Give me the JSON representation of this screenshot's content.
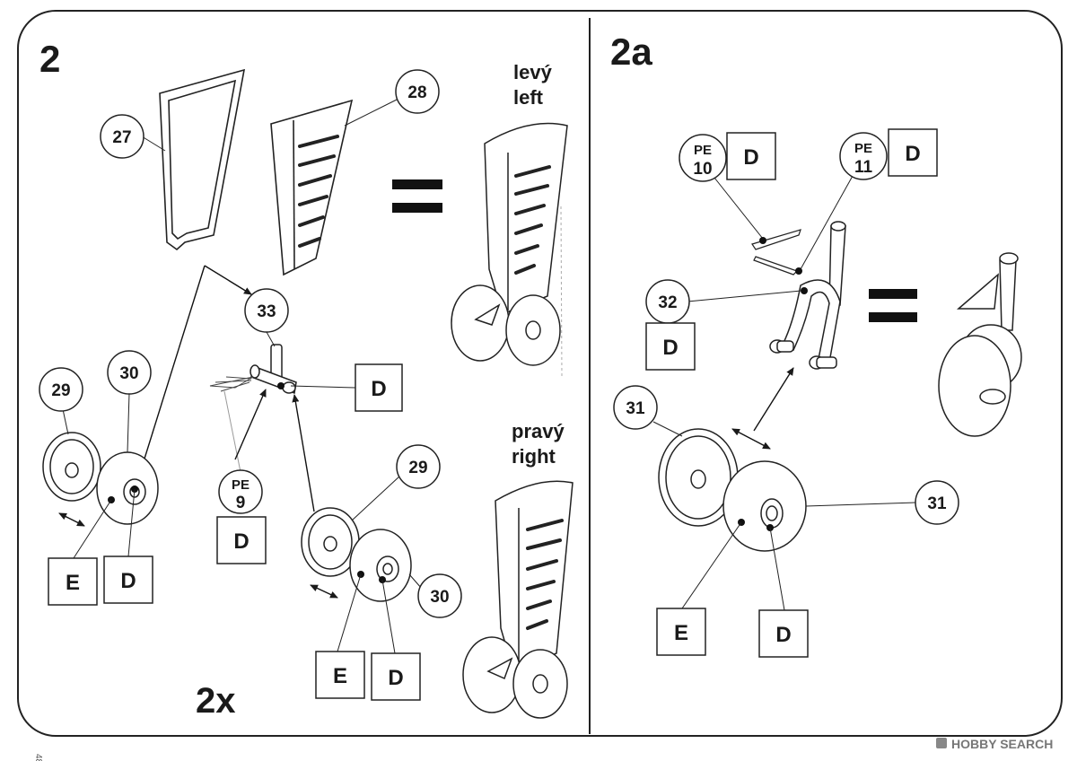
{
  "panels": {
    "left": {
      "step": "2",
      "multiplier": "2x",
      "caption_left": {
        "line1": "levý",
        "line2": "left"
      },
      "caption_right": {
        "line1": "pravý",
        "line2": "right"
      },
      "callouts": {
        "c27": "27",
        "c28": "28",
        "c33": "33",
        "c29a": "29",
        "c30a": "30",
        "c29b": "29",
        "c30b": "30",
        "pe9": {
          "pe": "PE",
          "num": "9"
        }
      },
      "boxes": {
        "d_axle": "D",
        "d_pe9": "D",
        "e_a": "E",
        "d_a": "D",
        "e_b": "E",
        "d_b": "D"
      }
    },
    "right": {
      "step": "2a",
      "callouts": {
        "pe10": {
          "pe": "PE",
          "num": "10"
        },
        "pe11": {
          "pe": "PE",
          "num": "11"
        },
        "c32": "32",
        "c31a": "31",
        "c31b": "31"
      },
      "boxes": {
        "d_pe10": "D",
        "d_pe11": "D",
        "d_32": "D",
        "e_wheel": "E",
        "d_wheel": "D"
      }
    }
  },
  "footer": {
    "page_number": "48",
    "watermark": "HOBBY SEARCH"
  }
}
